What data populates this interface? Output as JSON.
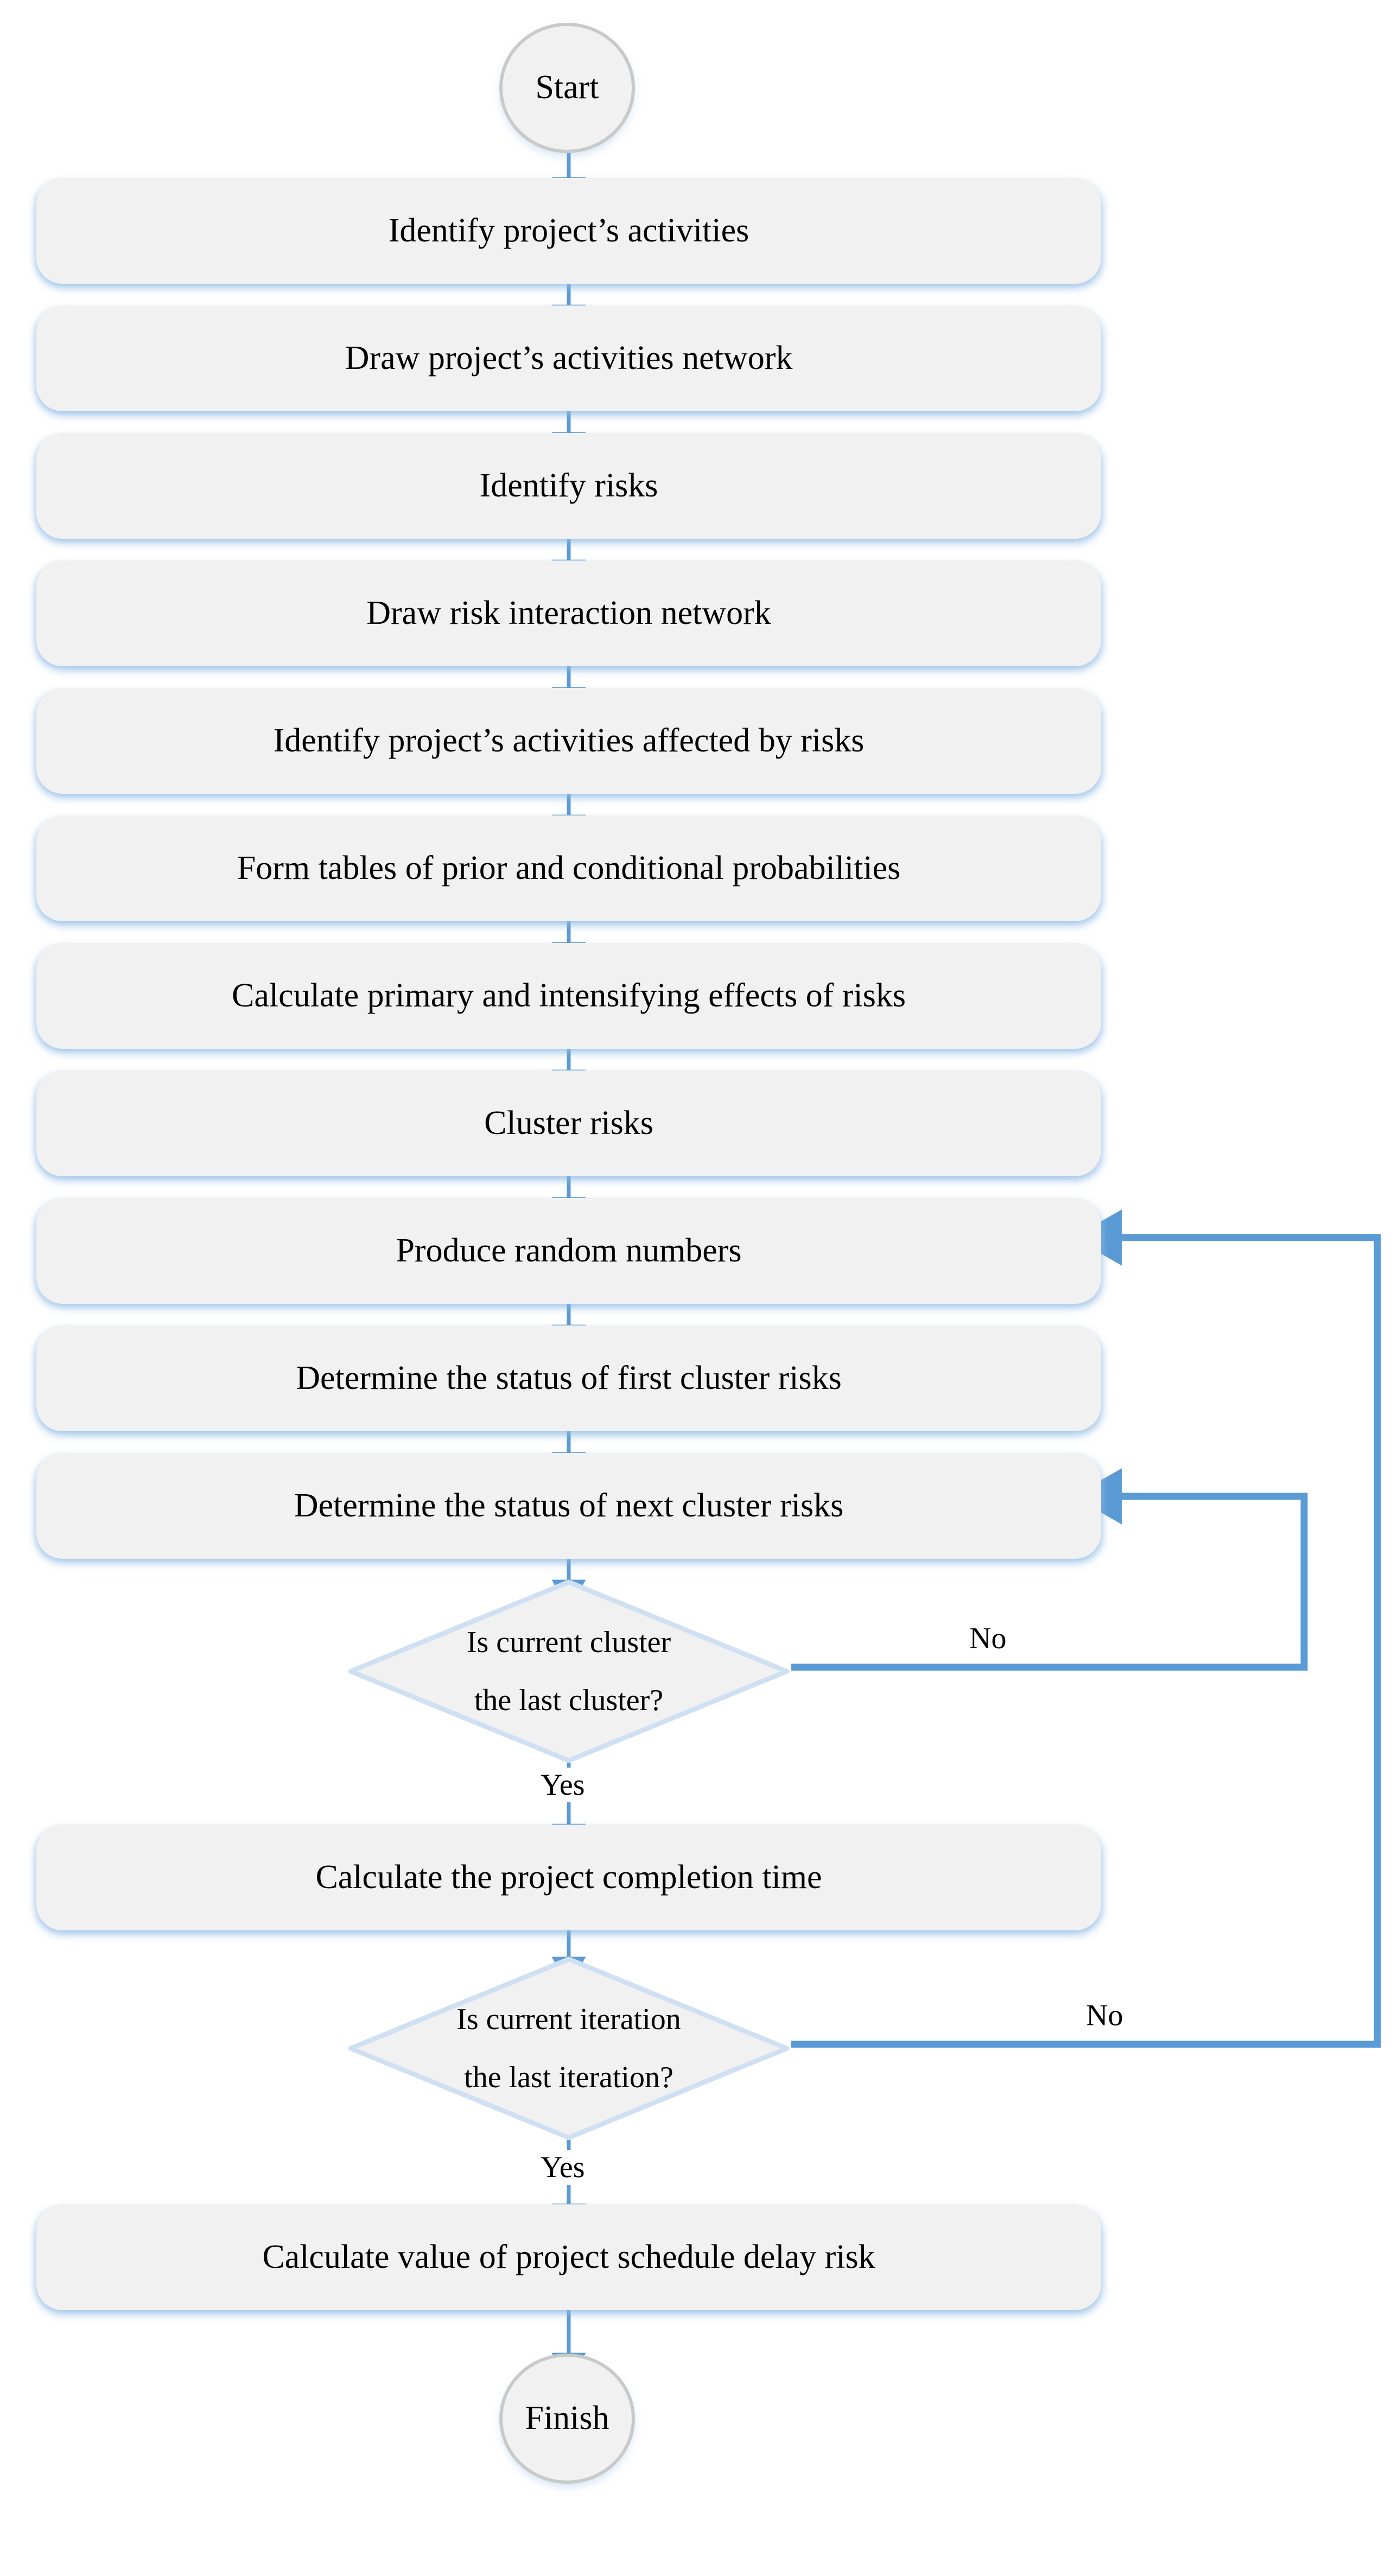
{
  "diagram": {
    "title": "Project schedule delay risk simulation flowchart",
    "type": "flowchart",
    "colors": {
      "node_fill": "#F1F1F1",
      "node_glow": "#8DB9E5",
      "connector": "#5B9BD5",
      "terminator_border": "#C9C9C9",
      "text": "#000000",
      "background": "#FFFFFF"
    },
    "nodes": [
      {
        "id": "start",
        "shape": "terminator",
        "label": "Start"
      },
      {
        "id": "n1",
        "shape": "process",
        "label": "Identify  project’s activities"
      },
      {
        "id": "n2",
        "shape": "process",
        "label": "Draw  project’s activities network"
      },
      {
        "id": "n3",
        "shape": "process",
        "label": "Identify  risks"
      },
      {
        "id": "n4",
        "shape": "process",
        "label": "Draw risk interaction network"
      },
      {
        "id": "n5",
        "shape": "process",
        "label": "Identify  project’s activities affected by risks"
      },
      {
        "id": "n6",
        "shape": "process",
        "label": "Form  tables of  prior and conditional probabilities"
      },
      {
        "id": "n7",
        "shape": "process",
        "label": "Calculate  primary and intensifying effects of risks"
      },
      {
        "id": "n8",
        "shape": "process",
        "label": "Cluster risks"
      },
      {
        "id": "n9",
        "shape": "process",
        "label": "Produce random numbers"
      },
      {
        "id": "n10",
        "shape": "process",
        "label": "Determine the status of first cluster risks"
      },
      {
        "id": "n11",
        "shape": "process",
        "label": "Determine the status of next cluster risks"
      },
      {
        "id": "d1",
        "shape": "decision",
        "label_line1": "Is current cluster",
        "label_line2": "the last cluster?"
      },
      {
        "id": "n12",
        "shape": "process",
        "label": "Calculate the project completion time"
      },
      {
        "id": "d2",
        "shape": "decision",
        "label_line1": "Is current iteration",
        "label_line2": "the last iteration?"
      },
      {
        "id": "n13",
        "shape": "process",
        "label": "Calculate value of project schedule delay risk"
      },
      {
        "id": "finish",
        "shape": "terminator",
        "label": "Finish"
      }
    ],
    "edge_labels": {
      "d1_no": "No",
      "d1_yes": "Yes",
      "d2_no": "No",
      "d2_yes": "Yes"
    },
    "edges": [
      {
        "from": "start",
        "to": "n1",
        "label": ""
      },
      {
        "from": "n1",
        "to": "n2",
        "label": ""
      },
      {
        "from": "n2",
        "to": "n3",
        "label": ""
      },
      {
        "from": "n3",
        "to": "n4",
        "label": ""
      },
      {
        "from": "n4",
        "to": "n5",
        "label": ""
      },
      {
        "from": "n5",
        "to": "n6",
        "label": ""
      },
      {
        "from": "n6",
        "to": "n7",
        "label": ""
      },
      {
        "from": "n7",
        "to": "n8",
        "label": ""
      },
      {
        "from": "n8",
        "to": "n9",
        "label": ""
      },
      {
        "from": "n9",
        "to": "n10",
        "label": ""
      },
      {
        "from": "n10",
        "to": "n11",
        "label": ""
      },
      {
        "from": "n11",
        "to": "d1",
        "label": ""
      },
      {
        "from": "d1",
        "to": "n11",
        "label": "No"
      },
      {
        "from": "d1",
        "to": "n12",
        "label": "Yes"
      },
      {
        "from": "n12",
        "to": "d2",
        "label": ""
      },
      {
        "from": "d2",
        "to": "n9",
        "label": "No"
      },
      {
        "from": "d2",
        "to": "n13",
        "label": "Yes"
      },
      {
        "from": "n13",
        "to": "finish",
        "label": ""
      }
    ]
  }
}
